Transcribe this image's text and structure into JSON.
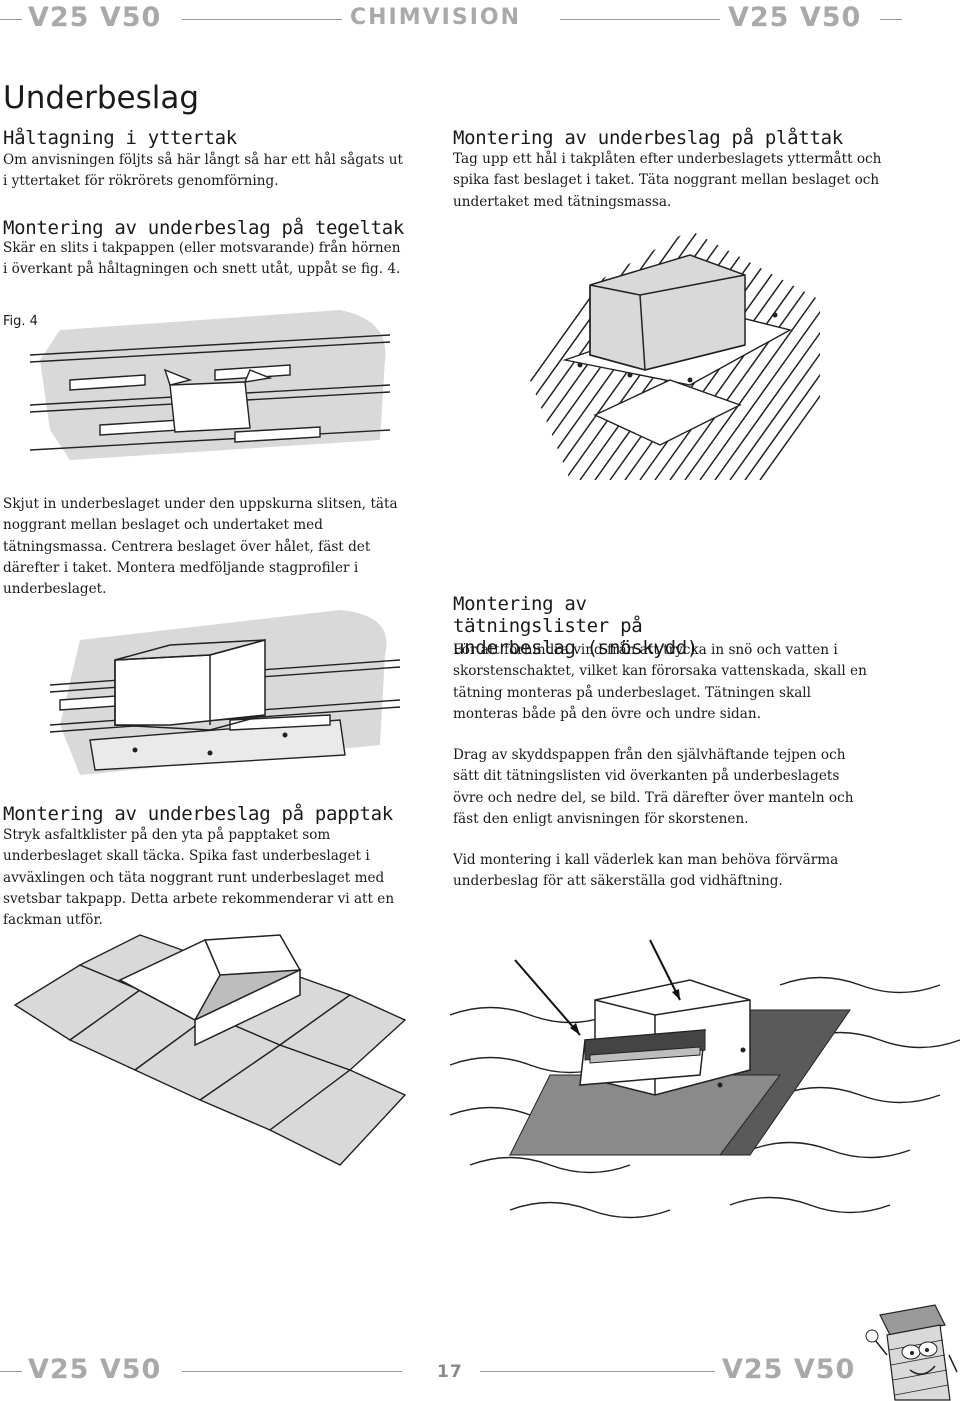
{
  "header": {
    "left_brand": "V25 V50",
    "center_brand": "CHIMVISION",
    "right_brand": "V25 V50"
  },
  "title": "Underbeslag",
  "sections": {
    "haltagning": {
      "heading": "Håltagning i yttertak",
      "body": "Om anvisningen följts så här långt så har ett hål sågats ut i yttertaket för rökrörets genomförning."
    },
    "tegeltak": {
      "heading": "Montering av underbeslag på tegeltak",
      "body": "Skär en slits i takpappen (eller motsvarande) från hörnen i överkant på håltagningen och snett utåt, uppåt se fig. 4."
    },
    "plattak": {
      "heading": "Montering av underbeslag på plåttak",
      "body": "Tag upp ett hål i takplåten efter underbeslagets yttermått och spika fast beslaget i taket. Täta noggrant mellan beslaget och undertaket med tätningsmassa."
    },
    "fig_label": "Fig. 4",
    "skjut": {
      "body": "Skjut in underbeslaget under den uppskurna slitsen, täta noggrant mellan beslaget och undertaket med tätningsmassa. Centrera beslaget över hålet, fäst det därefter i taket. Montera medföljande stagprofiler i underbeslaget."
    },
    "tatningslister": {
      "heading": "Montering av tätningslister på underbeslag (snöskydd)",
      "body1": "För att förhindra vind från att trycka in snö och vatten i skorstenschaktet, vilket kan förorsaka vattenskada, skall en tätning monteras på underbeslaget. Tätningen skall monteras både på den övre och undre sidan.",
      "body2": "Drag av skyddspappen från den självhäftande tejpen och sätt dit tätningslisten vid överkanten på underbeslagets övre och nedre del, se bild. Trä därefter över manteln och fäst den enligt anvisningen för skorstenen.",
      "body3": "Vid montering i kall väderlek kan man behöva förvärma underbeslag för att säkerställa god vidhäftning."
    },
    "papptak": {
      "heading": "Montering av underbeslag på papptak",
      "body": "Stryk asfaltklister på den yta på papptaket som underbeslaget skall täcka. Spika fast underbeslaget i avväxlingen och täta noggrant runt underbeslaget med svetsbar takpapp. Detta arbete rekommenderar vi att en fackman utför."
    }
  },
  "footer": {
    "left_brand": "V25 V50",
    "page_number": "17",
    "right_brand": "V25 V50"
  },
  "colors": {
    "brand_gray": "#a9a9a9",
    "roof_gray": "#d9d9d9",
    "line": "#222222"
  }
}
